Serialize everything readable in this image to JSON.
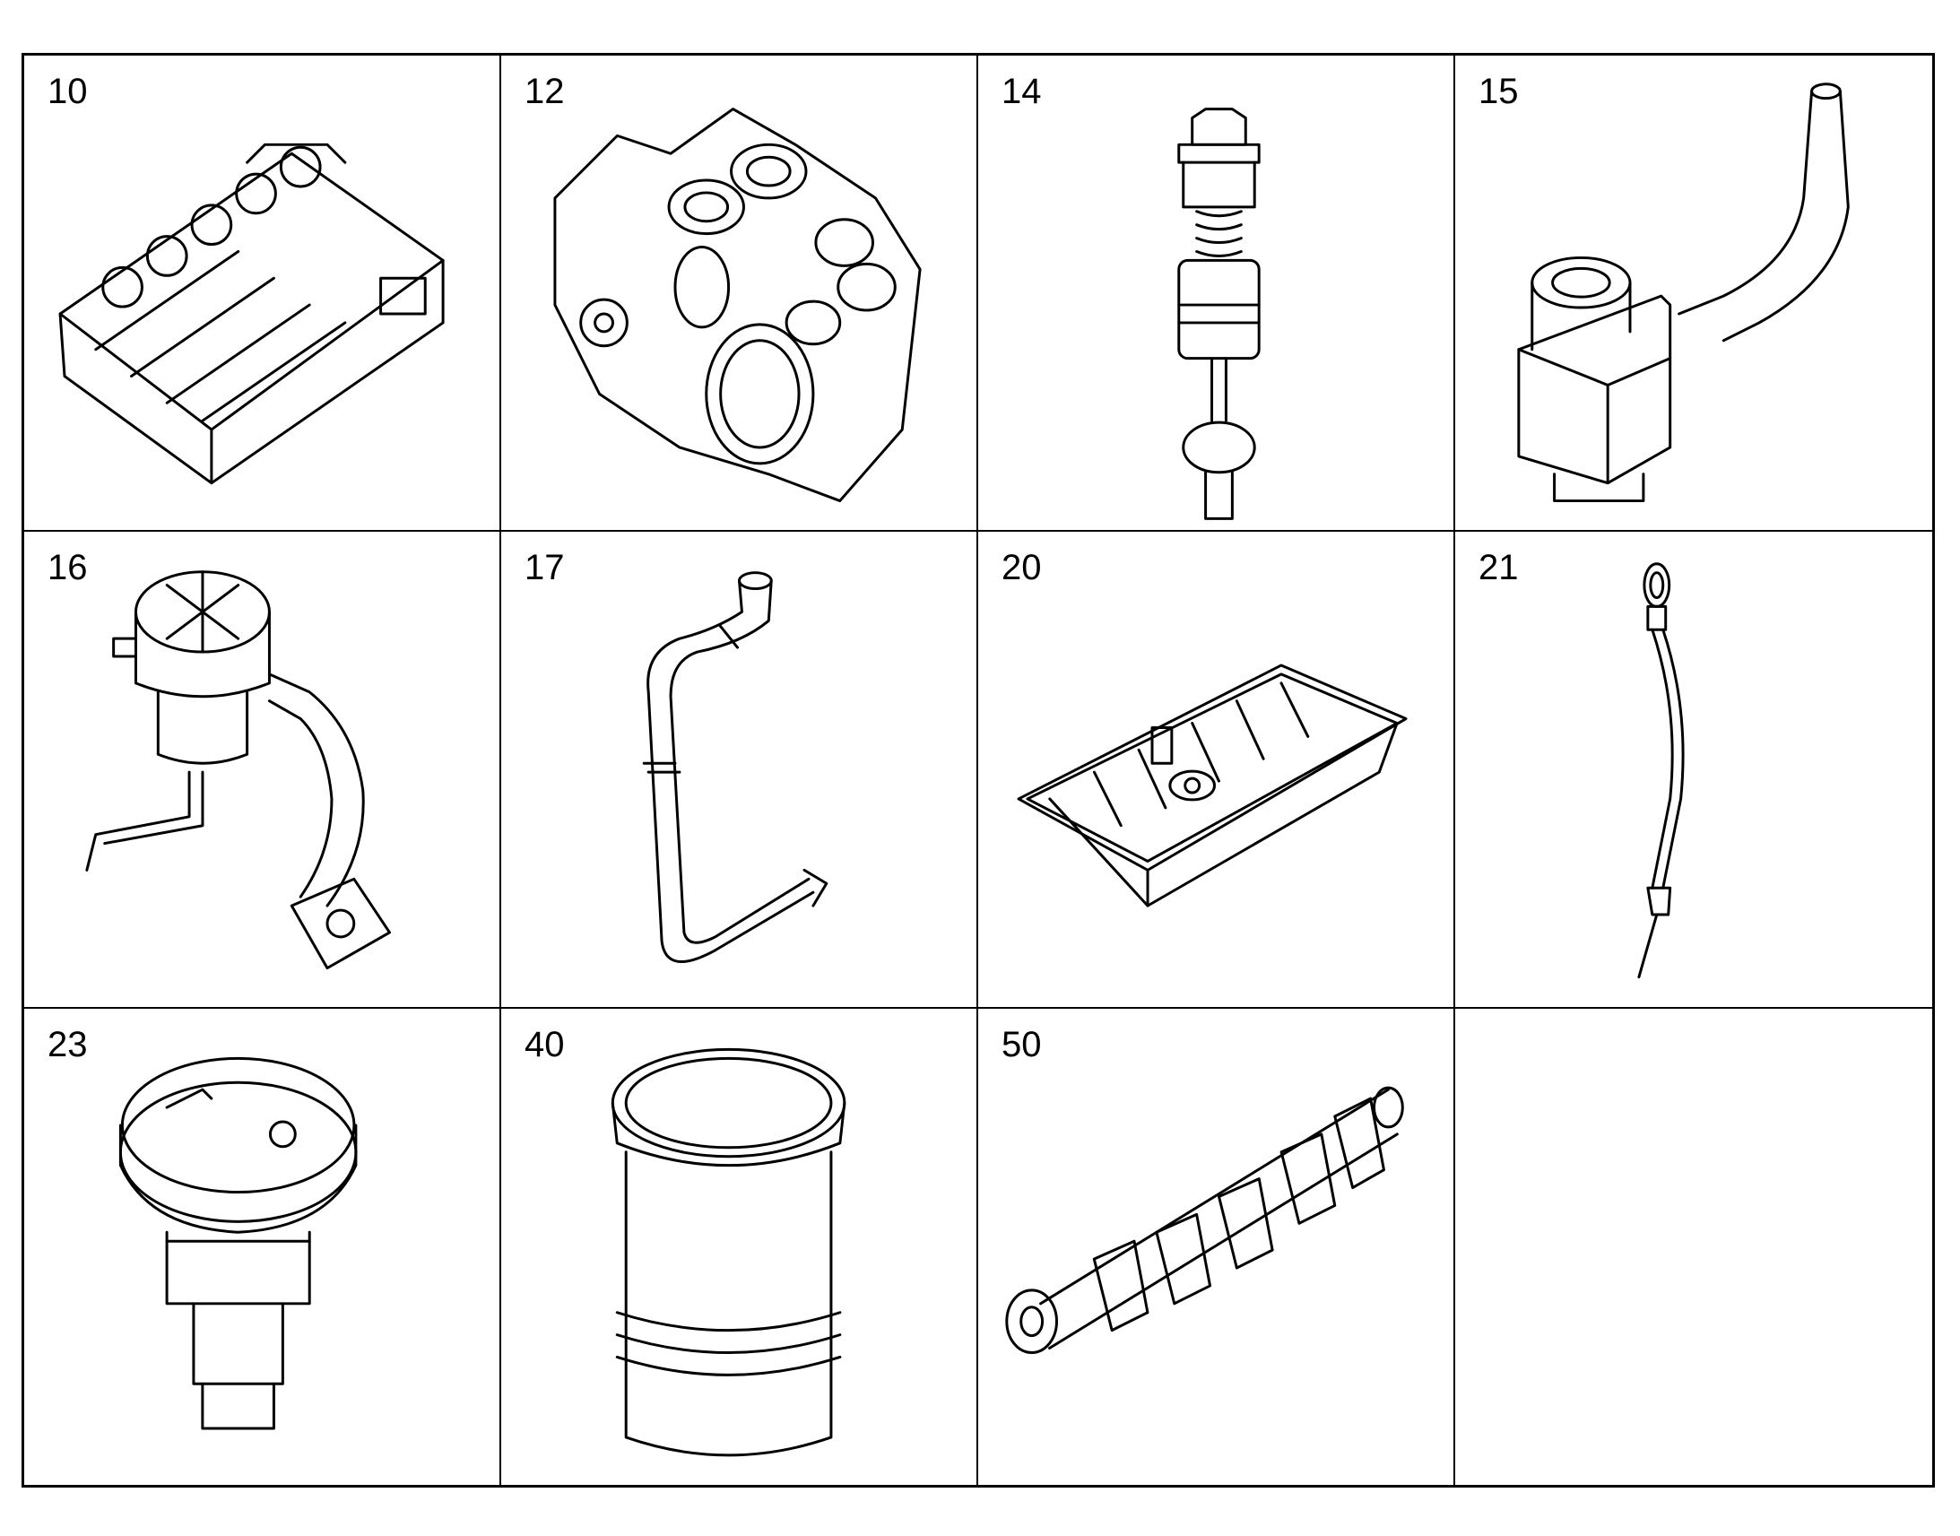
{
  "parts": [
    {
      "number": "10",
      "icon": "engine-block-icon"
    },
    {
      "number": "12",
      "icon": "timing-cover-icon"
    },
    {
      "number": "14",
      "icon": "valve-assembly-icon"
    },
    {
      "number": "15",
      "icon": "pipe-fitting-icon"
    },
    {
      "number": "16",
      "icon": "oil-separator-icon"
    },
    {
      "number": "17",
      "icon": "hose-icon"
    },
    {
      "number": "20",
      "icon": "oil-pan-icon"
    },
    {
      "number": "21",
      "icon": "dipstick-icon"
    },
    {
      "number": "23",
      "icon": "filler-cap-icon"
    },
    {
      "number": "40",
      "icon": "cylinder-liner-icon"
    },
    {
      "number": "50",
      "icon": "crankshaft-icon"
    },
    {
      "number": "",
      "icon": ""
    }
  ]
}
